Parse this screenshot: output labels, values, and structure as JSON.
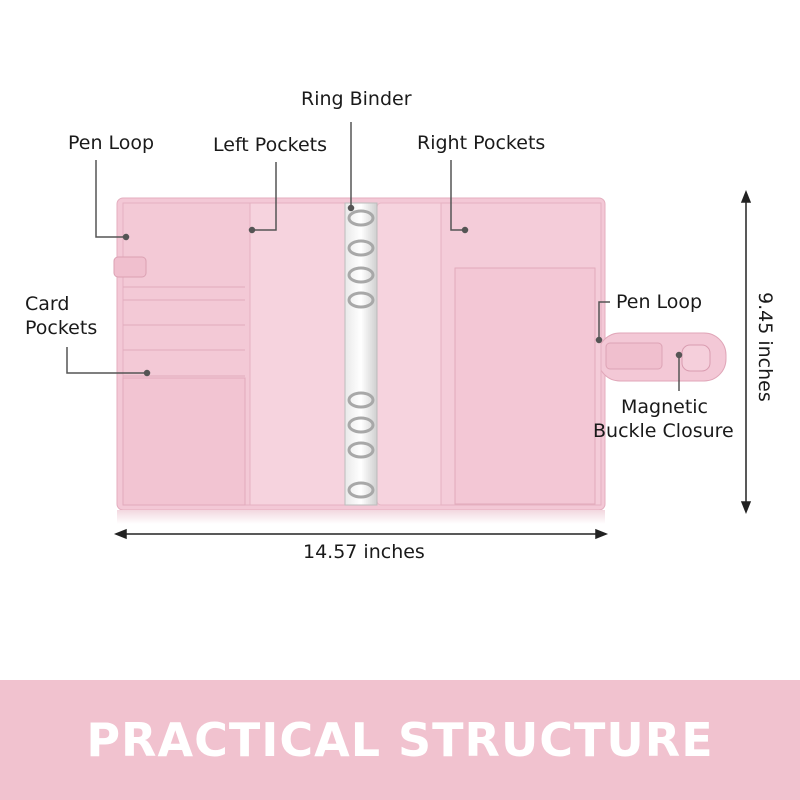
{
  "labels": {
    "ring_binder": "Ring Binder",
    "pen_loop_left": "Pen Loop",
    "left_pockets": "Left Pockets",
    "right_pockets": "Right Pockets",
    "card_pockets_line1": "Card",
    "card_pockets_line2": "Pockets",
    "pen_loop_right": "Pen Loop",
    "magnetic_line1": "Magnetic",
    "magnetic_line2": "Buckle Closure"
  },
  "dimensions": {
    "width": "14.57 inches",
    "height": "9.45 inches"
  },
  "banner": {
    "title": "PRACTICAL STRUCTURE"
  },
  "colors": {
    "binder_pink": "#f3c8d6",
    "binder_edge": "#e7b2c2",
    "banner_pink": "#f1c2cf",
    "ring_metal": "#c9c9c9"
  }
}
